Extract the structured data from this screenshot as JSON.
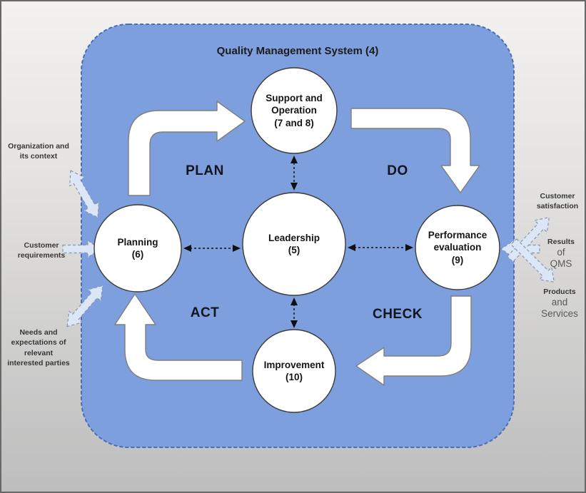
{
  "colors": {
    "container_fill": "#7d9fdd",
    "container_border": "#4a6db8",
    "node_fill": "#ffffff",
    "node_border": "#3b3b3b",
    "flow_arrow_fill": "#ffffff",
    "flow_arrow_border": "#7f7f7f",
    "io_arrow_fill": "#dbe7f7",
    "io_arrow_border": "#8796ad",
    "connector_color": "#111111",
    "background_top": "#f3f2f0",
    "background_bottom": "#bdbdbd",
    "text_dark": "#1c1c1c",
    "text_gray": "#595959"
  },
  "diagram": {
    "title": "Quality Management System (4)",
    "nodes": {
      "support": "Support and\nOperation\n(7 and 8)",
      "planning": "Planning\n(6)",
      "leadership": "Leadership\n(5)",
      "performance": "Performance\nevaluation\n(9)",
      "improvement": "Improvement\n(10)"
    },
    "phases": {
      "plan": "PLAN",
      "do": "DO",
      "check": "CHECK",
      "act": "ACT"
    },
    "inputs": {
      "organization": "Organization and\nits context",
      "customer_requirements": "Customer\nrequirements",
      "needs": "Needs and\nexpectations of\nrelevant\ninterested parties"
    },
    "outputs": {
      "customer_satisfaction": {
        "strong": "Customer\nsatisfaction",
        "rest": ""
      },
      "results": {
        "strong": "Results",
        "rest": "of\nQMS"
      },
      "products": {
        "strong": "Products",
        "rest": "and\nServices"
      }
    }
  }
}
